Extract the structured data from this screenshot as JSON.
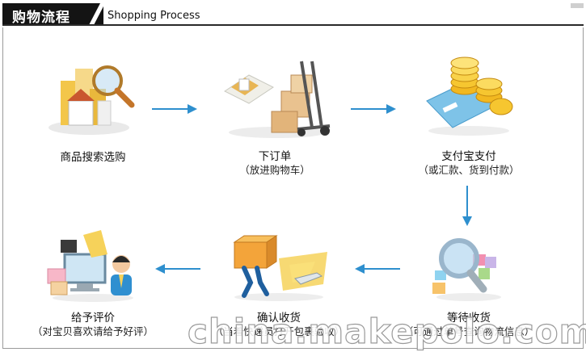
{
  "header": {
    "title": "购物流程",
    "subtitle": "Shopping Process"
  },
  "steps": [
    {
      "label": "商品搜索选购",
      "note": ""
    },
    {
      "label": "下订单",
      "note": "（放进购物车）"
    },
    {
      "label": "支付宝支付",
      "note": "（或汇款、货到付款）"
    },
    {
      "label": "等待收货",
      "note": "（可通过单号查询物流信息）"
    },
    {
      "label": "确认收货",
      "note": "（当着快递员打开包裹验收）"
    },
    {
      "label": "给予评价",
      "note": "（对宝贝喜欢请给予好评）"
    }
  ],
  "watermark": "china.makepolo.com",
  "colors": {
    "arrow": "#2e8fce",
    "header_bg": "#141414"
  }
}
